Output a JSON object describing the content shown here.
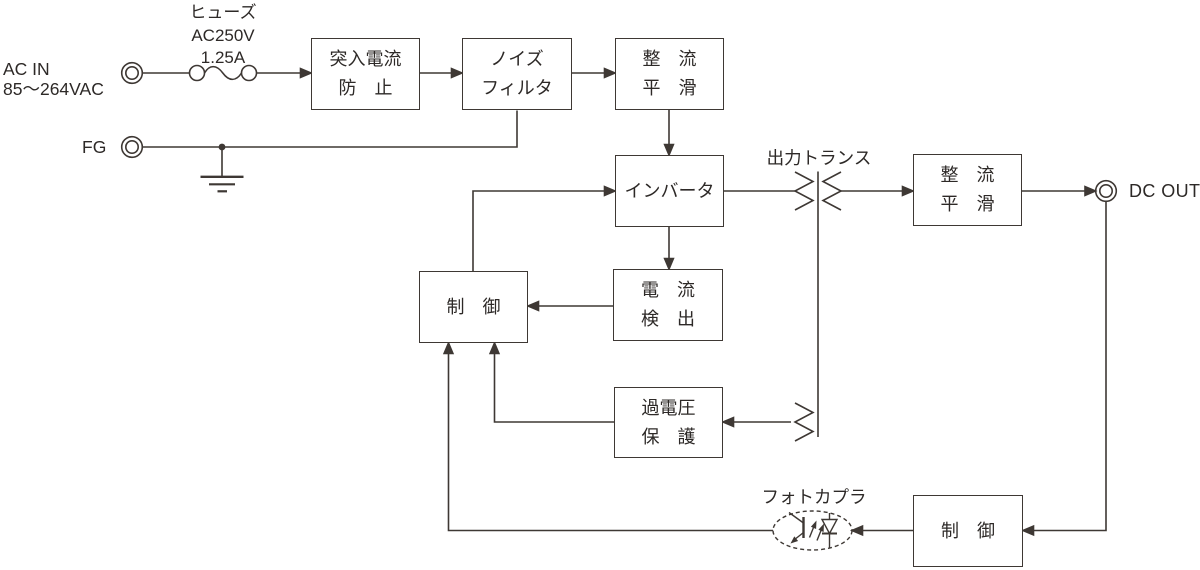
{
  "labels": {
    "ac_in_title": "AC IN",
    "ac_in_range": "85〜264VAC",
    "fuse_name": "ヒューズ",
    "fuse_voltage": "AC250V",
    "fuse_current": "1.25A",
    "fg": "FG",
    "output_transformer": "出力トランス",
    "dc_out": "DC OUT",
    "photocoupler": "フォトカプラ"
  },
  "blocks": [
    {
      "name": "inrush-current-protection",
      "line1": "突入電流",
      "line2": "防　止"
    },
    {
      "name": "noise-filter",
      "line1": "ノイズ",
      "line2": "フィルタ"
    },
    {
      "name": "rectify-smoothing-input",
      "line1": "整　流",
      "line2": "平　滑"
    },
    {
      "name": "inverter",
      "line1": "インバータ"
    },
    {
      "name": "control-primary",
      "line1": "制　御"
    },
    {
      "name": "current-detection",
      "line1": "電　流",
      "line2": "検　出"
    },
    {
      "name": "overvoltage-protection",
      "line1": "過電圧",
      "line2": "保　護"
    },
    {
      "name": "rectify-smoothing-output",
      "line1": "整　流",
      "line2": "平　滑"
    },
    {
      "name": "control-secondary",
      "line1": "制　御"
    }
  ],
  "colors": {
    "line": "#3e3834",
    "text": "#2d2927",
    "background": "#ffffff"
  }
}
